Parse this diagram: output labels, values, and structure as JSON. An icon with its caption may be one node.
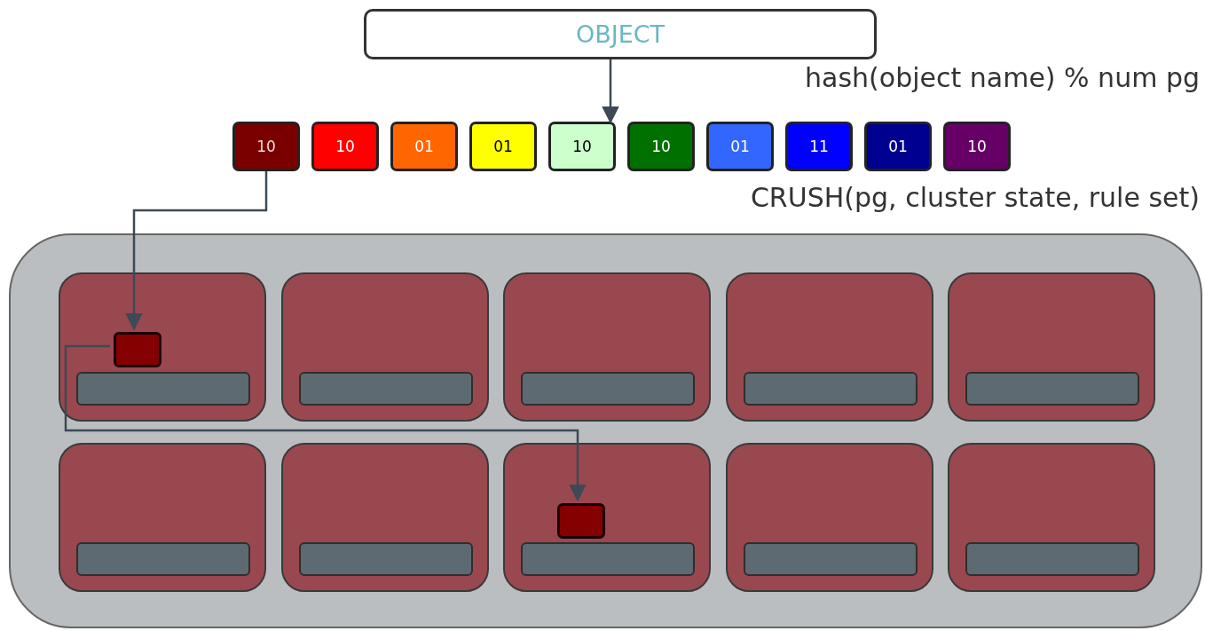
{
  "diagram": {
    "nodes": [
      {
        "text": [
          "OBJECT"
        ]
      },
      {
        "text": [
          "10"
        ]
      },
      {
        "text": [
          "10"
        ]
      },
      {
        "text": [
          "01"
        ]
      },
      {
        "text": [
          "01"
        ]
      },
      {
        "text": [
          "10"
        ]
      },
      {
        "text": [
          "10"
        ]
      },
      {
        "text": [
          "01"
        ]
      },
      {
        "text": [
          "11"
        ]
      },
      {
        "text": [
          "01"
        ]
      },
      {
        "text": [
          "10"
        ]
      },
      {
        "text": [],
        "shape": "box"
      },
      {
        "text": [],
        "shape": "box",
        "in": 11
      },
      {
        "text": [],
        "shape": "box",
        "in": 11
      },
      {
        "text": [],
        "shape": "box",
        "in": 11
      },
      {
        "text": [],
        "shape": "box",
        "in": 11
      },
      {
        "text": [],
        "shape": "box",
        "in": 11
      },
      {
        "text": [],
        "shape": "box",
        "in": 11
      },
      {
        "text": [],
        "shape": "box",
        "in": 11
      },
      {
        "text": [],
        "shape": "box",
        "in": 11
      },
      {
        "text": [],
        "shape": "box",
        "in": 11
      },
      {
        "text": [],
        "shape": "box",
        "in": 11
      },
      {
        "text": [],
        "shape": "box",
        "in": 12
      },
      {
        "text": [],
        "shape": "box",
        "in": 19
      },
      {
        "text": [],
        "shape": "bar",
        "in": 12
      },
      {
        "text": [],
        "shape": "bar",
        "in": 13
      },
      {
        "text": [],
        "shape": "bar",
        "in": 14
      },
      {
        "text": [],
        "shape": "bar",
        "in": 15
      },
      {
        "text": [],
        "shape": "bar",
        "in": 16
      },
      {
        "text": [],
        "shape": "bar",
        "in": 17
      },
      {
        "text": [],
        "shape": "bar",
        "in": 18
      },
      {
        "text": [],
        "shape": "bar",
        "in": 19
      },
      {
        "text": [],
        "shape": "bar",
        "in": 20
      },
      {
        "text": [],
        "shape": "bar",
        "in": 21
      }
    ],
    "edges": [
      {
        "from": 1,
        "to": 22,
        "arrow": "to"
      },
      {
        "from": 22,
        "to": 23,
        "arrow": "to"
      },
      {
        "from": 0,
        "to": 5,
        "arrow": "to"
      }
    ],
    "labels": [
      "hash(object name) % num pg",
      "CRUSH(pg, cluster state, rule set)"
    ]
  }
}
